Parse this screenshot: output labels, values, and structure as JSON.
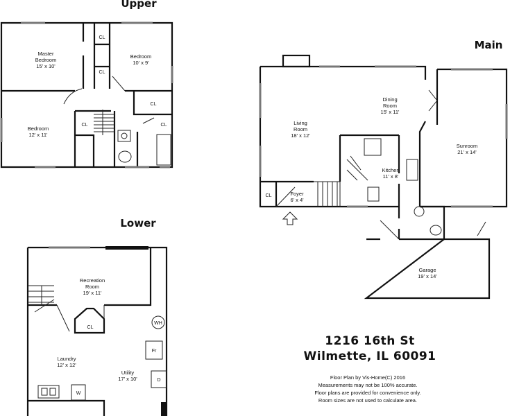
{
  "floors": {
    "upper": "Upper",
    "lower": "Lower",
    "main": "Main"
  },
  "upper_rooms": {
    "master_name1": "Master",
    "master_name2": "Bedroom",
    "master_dim": "15' x 10'",
    "bedroom1_name": "Bedroom",
    "bedroom1_dim": "10' x 9'",
    "bedroom2_name": "Bedroom",
    "bedroom2_dim": "12' x 11'",
    "cl": "CL"
  },
  "main_rooms": {
    "dining_name": "Dining",
    "dining_name2": "Room",
    "dining_dim": "15' x 11'",
    "living_name": "Living",
    "living_name2": "Room",
    "living_dim": "18' x 12'",
    "sunroom_name": "Sunroom",
    "sunroom_dim": "21' x 14'",
    "kitchen_name": "Kitchen",
    "kitchen_dim": "11' x 8'",
    "foyer_name": "Foyer",
    "foyer_dim": "6' x 4'",
    "garage_name": "Garage",
    "garage_dim": "19' x 14'",
    "cl": "CL"
  },
  "lower_rooms": {
    "rec_name": "Recreation",
    "rec_name2": "Room",
    "rec_dim": "19' x 11'",
    "laundry_name": "Laundry",
    "laundry_dim": "12' x 12'",
    "utility_name": "Utility",
    "utility_dim": "17' x 10'",
    "cl": "CL",
    "wh": "WH",
    "fr": "Fr",
    "d": "D",
    "w": "W"
  },
  "address": {
    "line1": "1216 16th St",
    "line2": "Wilmette, IL 60091"
  },
  "disclaimer": {
    "line1": "Floor Plan by Vis-Home(C) 2016",
    "line2": "Measurements may not be 100% accurate.",
    "line3": "Floor plans are provided for convenience only.",
    "line4": "Room sizes are not used to calculate area."
  }
}
